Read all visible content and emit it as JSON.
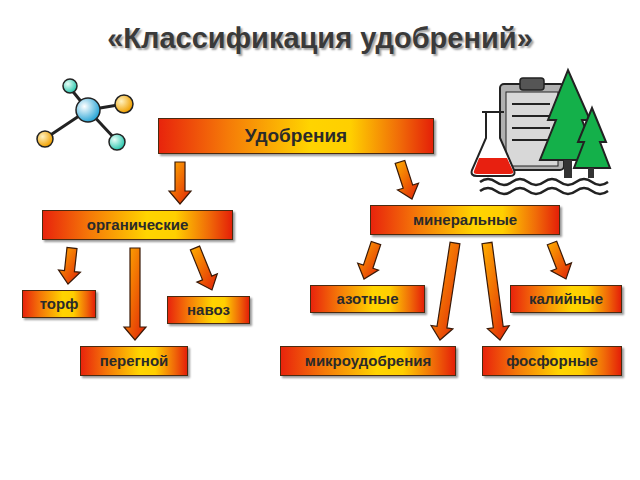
{
  "diagram": {
    "title": "«Классификация удобрений»",
    "nodes": [
      {
        "text": [
          "Удобрения"
        ]
      },
      {
        "text": [
          "органические"
        ]
      },
      {
        "text": [
          "минеральные"
        ]
      },
      {
        "text": [
          "торф"
        ]
      },
      {
        "text": [
          "навоз"
        ]
      },
      {
        "text": [
          "перегной"
        ]
      },
      {
        "text": [
          "азотные"
        ]
      },
      {
        "text": [
          "калийные"
        ]
      },
      {
        "text": [
          "микроудобрения"
        ]
      },
      {
        "text": [
          "фосфорные"
        ]
      }
    ],
    "edges": [
      {
        "from": 0,
        "to": 1,
        "arrow": "to"
      },
      {
        "from": 0,
        "to": 2,
        "arrow": "to"
      },
      {
        "from": 1,
        "to": 3,
        "arrow": "to"
      },
      {
        "from": 1,
        "to": 5,
        "arrow": "to"
      },
      {
        "from": 1,
        "to": 4,
        "arrow": "to"
      },
      {
        "from": 2,
        "to": 6,
        "arrow": "to"
      },
      {
        "from": 2,
        "to": 8,
        "arrow": "to"
      },
      {
        "from": 2,
        "to": 9,
        "arrow": "to"
      },
      {
        "from": 2,
        "to": 7,
        "arrow": "to"
      }
    ]
  }
}
